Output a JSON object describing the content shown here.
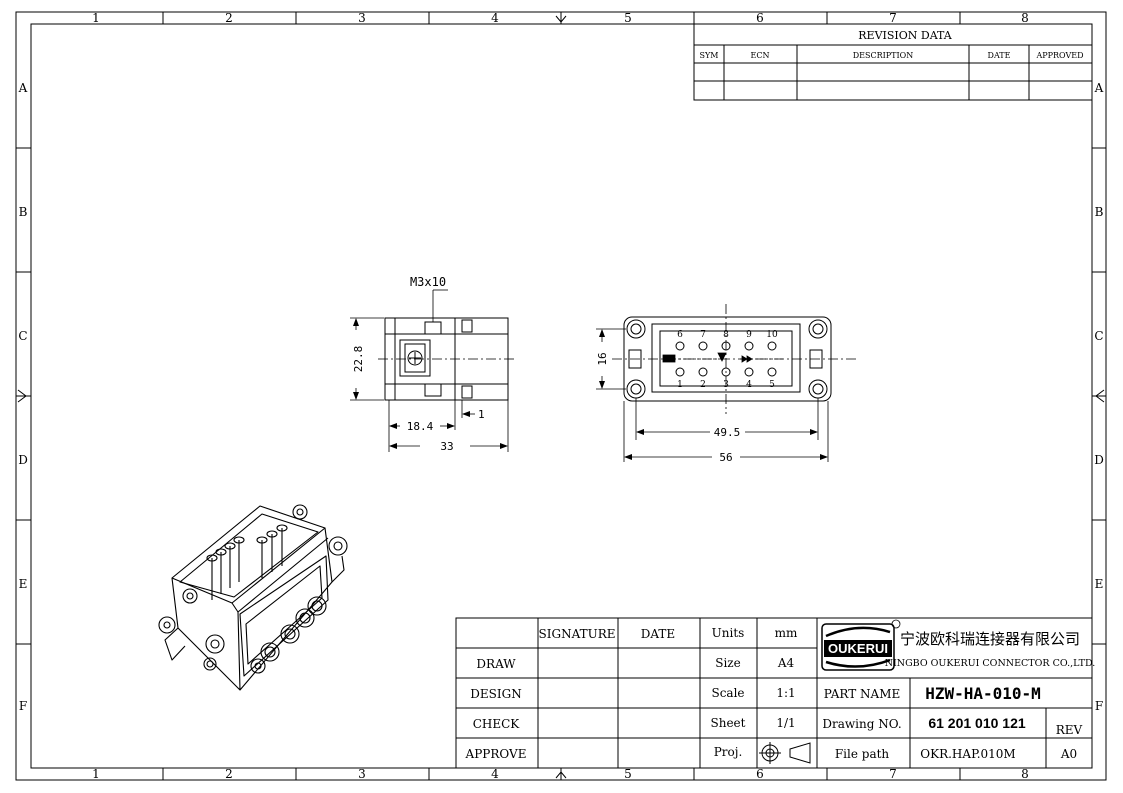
{
  "zones": {
    "columns": [
      "1",
      "2",
      "3",
      "4",
      "5",
      "6",
      "7",
      "8"
    ],
    "rows": [
      "A",
      "B",
      "C",
      "D",
      "E",
      "F"
    ]
  },
  "revision_block": {
    "title": "REVISION  DATA",
    "headers": [
      "SYM",
      "ECN",
      "DESCRIPTION",
      "DATE",
      "APPROVED"
    ]
  },
  "dimensions": {
    "screw": "M3x10",
    "side_height": "22.8",
    "side_flange": "18.4",
    "side_length": "33",
    "side_offset": "1",
    "front_height": "16",
    "front_hole_spacing": "49.5",
    "front_width": "56"
  },
  "pins": {
    "top_row": [
      "6",
      "7",
      "8",
      "9",
      "10"
    ],
    "bottom_row": [
      "1",
      "2",
      "3",
      "4",
      "5"
    ]
  },
  "title_block": {
    "signature_header": "SIGNATURE",
    "date_header": "DATE",
    "rows": [
      "DRAW",
      "DESIGN",
      "CHECK",
      "APPROVE"
    ],
    "units_label": "Units",
    "units_value": "mm",
    "size_label": "Size",
    "size_value": "A4",
    "scale_label": "Scale",
    "scale_value": "1:1",
    "sheet_label": "Sheet",
    "sheet_value": "1/1",
    "proj_label": "Proj.",
    "logo_text": "OUKERUI",
    "company_cn": "宁波欧科瑞连接器有限公司",
    "company_en": "NINGBO OUKERUI CONNECTOR CO.,LTD.",
    "part_name_label": "PART NAME",
    "part_name_value": "HZW-HA-010-M",
    "drawing_no_label": "Drawing NO.",
    "drawing_no_value": "61 201 010 121",
    "rev_label": "REV",
    "file_path_label": "File path",
    "file_path_value": "OKR.HAP.010M",
    "rev_value": "A0"
  }
}
